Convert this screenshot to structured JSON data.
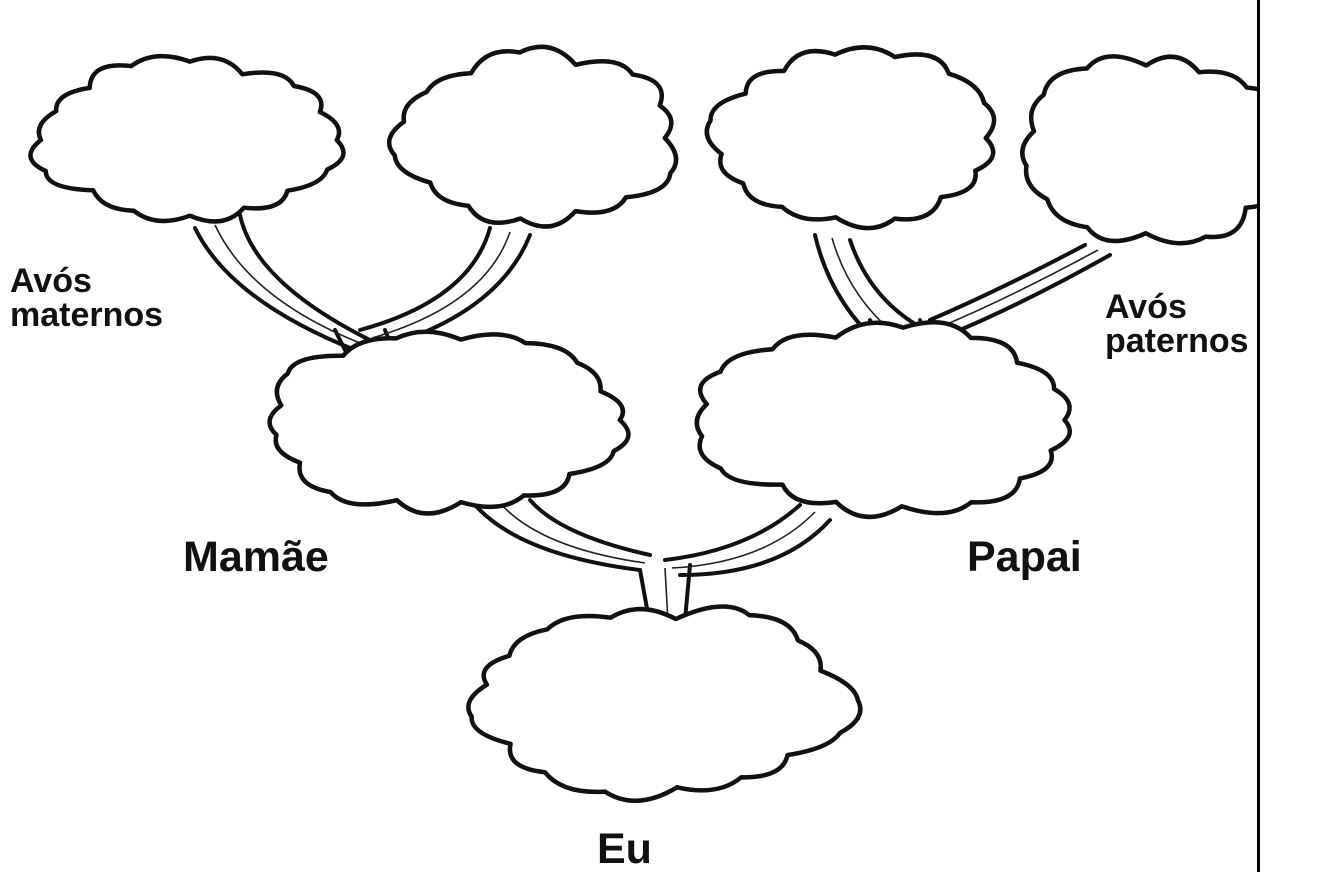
{
  "labels": {
    "maternal_grandparents_line1": "Avós",
    "maternal_grandparents_line2": "maternos",
    "paternal_grandparents_line1": "Avós",
    "paternal_grandparents_line2": "paternos",
    "mother": "Mamãe",
    "father": "Papai",
    "self": "Eu"
  },
  "colors": {
    "ink": "#111111",
    "background": "#ffffff"
  }
}
